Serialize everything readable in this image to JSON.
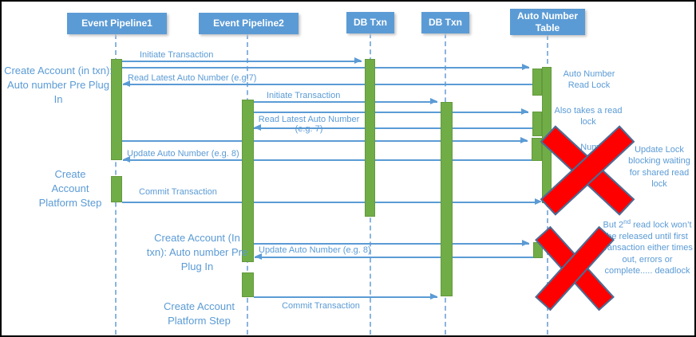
{
  "participants": [
    {
      "label": "Event Pipeline1"
    },
    {
      "label": "Event Pipeline2"
    },
    {
      "label": "DB Txn"
    },
    {
      "label": "DB Txn"
    },
    {
      "label": "Auto Number Table"
    }
  ],
  "step_labels": [
    {
      "text": "Create Account (in txn): Auto number Pre Plug In"
    },
    {
      "text": "Create Account Platform Step"
    },
    {
      "text": "Create Account (In txn): Auto number Pre Plug In"
    },
    {
      "text": "Create Account Platform Step"
    }
  ],
  "messages": [
    {
      "label": "Initiate Transaction"
    },
    {
      "label": "Read Latest Auto Number (e.g.7)"
    },
    {
      "label": "Initiate Transaction"
    },
    {
      "label": "Read Latest Auto Number"
    },
    {
      "label": "(e.g. 7)"
    },
    {
      "label": "Update Auto Number (e.g. 8)"
    },
    {
      "label": "Commit Transaction"
    },
    {
      "label": "Update Auto Number (e.g. 8)"
    },
    {
      "label": "Commit Transaction"
    }
  ],
  "annotations": {
    "read_lock": "Auto Number Read Lock",
    "also_read_lock": "Also takes a read lock",
    "update_lock": "Auto Number Update Lock",
    "blocking": "Update Lock blocking waiting for shared read lock",
    "deadlock_prefix": "But 2",
    "deadlock_sup": "nd",
    "deadlock_rest": " read lock won’t be released until first transaction either times out, errors or complete..... deadlock"
  },
  "colors": {
    "accent_blue": "#5B9BD5",
    "bar_green": "#70AD47",
    "error_red": "#FF0000"
  }
}
